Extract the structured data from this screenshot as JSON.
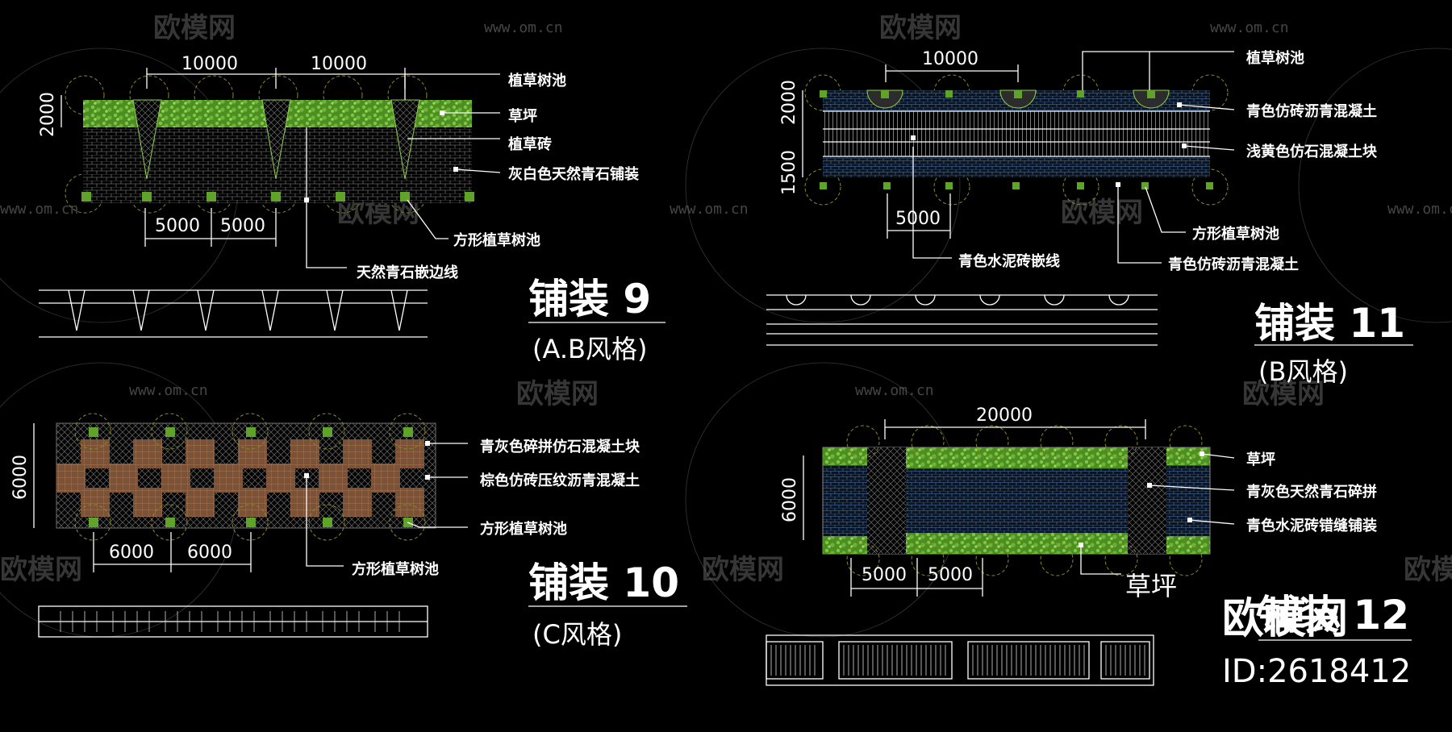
{
  "watermark": {
    "brand": "欧模网",
    "url": "www.om.cn"
  },
  "panels": [
    {
      "title": "铺装 9",
      "style": "(A.B风格)",
      "dims": [
        "10000",
        "10000",
        "5000",
        "5000",
        "2000"
      ],
      "labels": [
        "植草树池",
        "草坪",
        "植草砖",
        "灰白色天然青石铺装",
        "方形植草树池",
        "天然青石嵌边线"
      ]
    },
    {
      "title": "铺装 11",
      "style": "(B风格)",
      "dims": [
        "10000",
        "5000",
        "2000",
        "1500"
      ],
      "labels": [
        "植草树池",
        "青色仿砖沥青混凝土",
        "浅黄色仿石混凝土块",
        "方形植草树池",
        "青色水泥砖嵌线",
        "青色仿砖沥青混凝土"
      ]
    },
    {
      "title": "铺装 10",
      "style": "(C风格)",
      "dims": [
        "6000",
        "6000",
        "6000"
      ],
      "labels": [
        "青灰色碎拼仿石混凝土块",
        "棕色仿砖压纹沥青混凝土",
        "方形植草树池",
        "方形植草树池"
      ]
    },
    {
      "title": "铺装 12",
      "style": "",
      "dims": [
        "20000",
        "5000",
        "5000",
        "6000"
      ],
      "labels": [
        "草坪",
        "青灰色天然青石碎拼",
        "青色水泥砖错缝铺装",
        "草坪"
      ]
    }
  ],
  "brand_stamp": {
    "name": "欧模网",
    "id": "ID:2618412"
  },
  "colors": {
    "background": "#000000",
    "grass": "#5fa32a",
    "line": "#ffffff",
    "brown": "#7a5238",
    "blue_grid": "#3a5a8a"
  }
}
